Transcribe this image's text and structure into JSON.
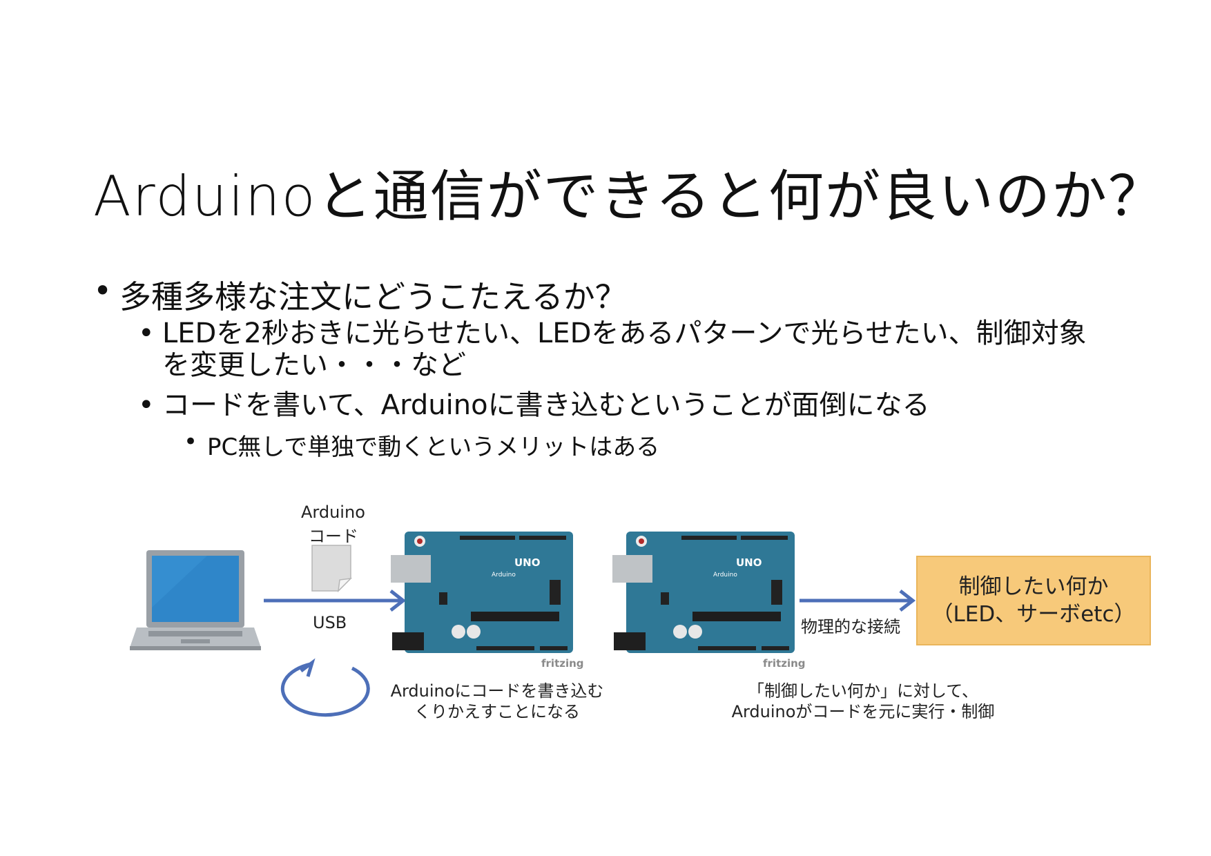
{
  "slide": {
    "title": "Arduinoと通信ができると何が良いのか？",
    "bullets": {
      "level1": "多種多様な注文にどうこたえるか？",
      "level2_a_line1": "LEDを2秒おきに光らせたい、LEDをあるパターンで光らせたい、制御対象",
      "level2_a_line2": "を変更したい・・・など",
      "level2_b": "コードを書いて、Arduinoに書き込むということが面倒になる",
      "level3": "PC無しで単独で動くというメリットはある"
    }
  },
  "diagram": {
    "code_label_line1": "Arduino",
    "code_label_line2": "コード",
    "usb_label": "USB",
    "board_logo_text": "UNO",
    "board_brand_text": "Arduino",
    "fritzing_label": "fritzing",
    "physical_connection_label": "物理的な接続",
    "target_line1": "制御したい何か",
    "target_line2": "（LED、サーボetc）",
    "repeat_caption_line1": "Arduinoにコードを書き込む",
    "repeat_caption_line2": "くりかえすことになる",
    "control_caption_line1": "「制御したい何か」に対して、",
    "control_caption_line2": "Arduinoがコードを元に実行・制御"
  },
  "colors": {
    "arrow": "#4d6fb8",
    "board": "#2f7896",
    "target_fill": "#f7c97a",
    "laptop_screen": "#2f86c9"
  }
}
